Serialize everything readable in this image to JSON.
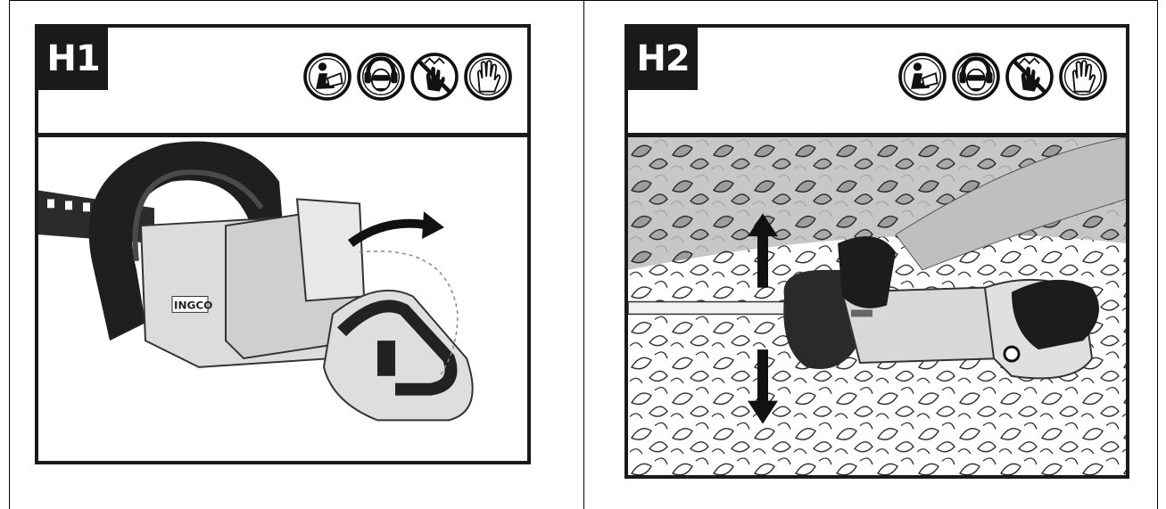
{
  "panels": [
    {
      "tag": "H1",
      "icons": [
        "read-manual-icon",
        "ear-eye-protection-icon",
        "no-hands-icon",
        "wear-gloves-icon"
      ]
    },
    {
      "tag": "H2",
      "icons": [
        "read-manual-icon",
        "ear-eye-protection-icon",
        "no-hands-icon",
        "wear-gloves-icon"
      ]
    }
  ],
  "brand_on_tool": "INGCO",
  "colors": {
    "border": "#1a1a1a",
    "tool_light": "#d9d9d9",
    "tool_dark": "#2b2b2b"
  }
}
